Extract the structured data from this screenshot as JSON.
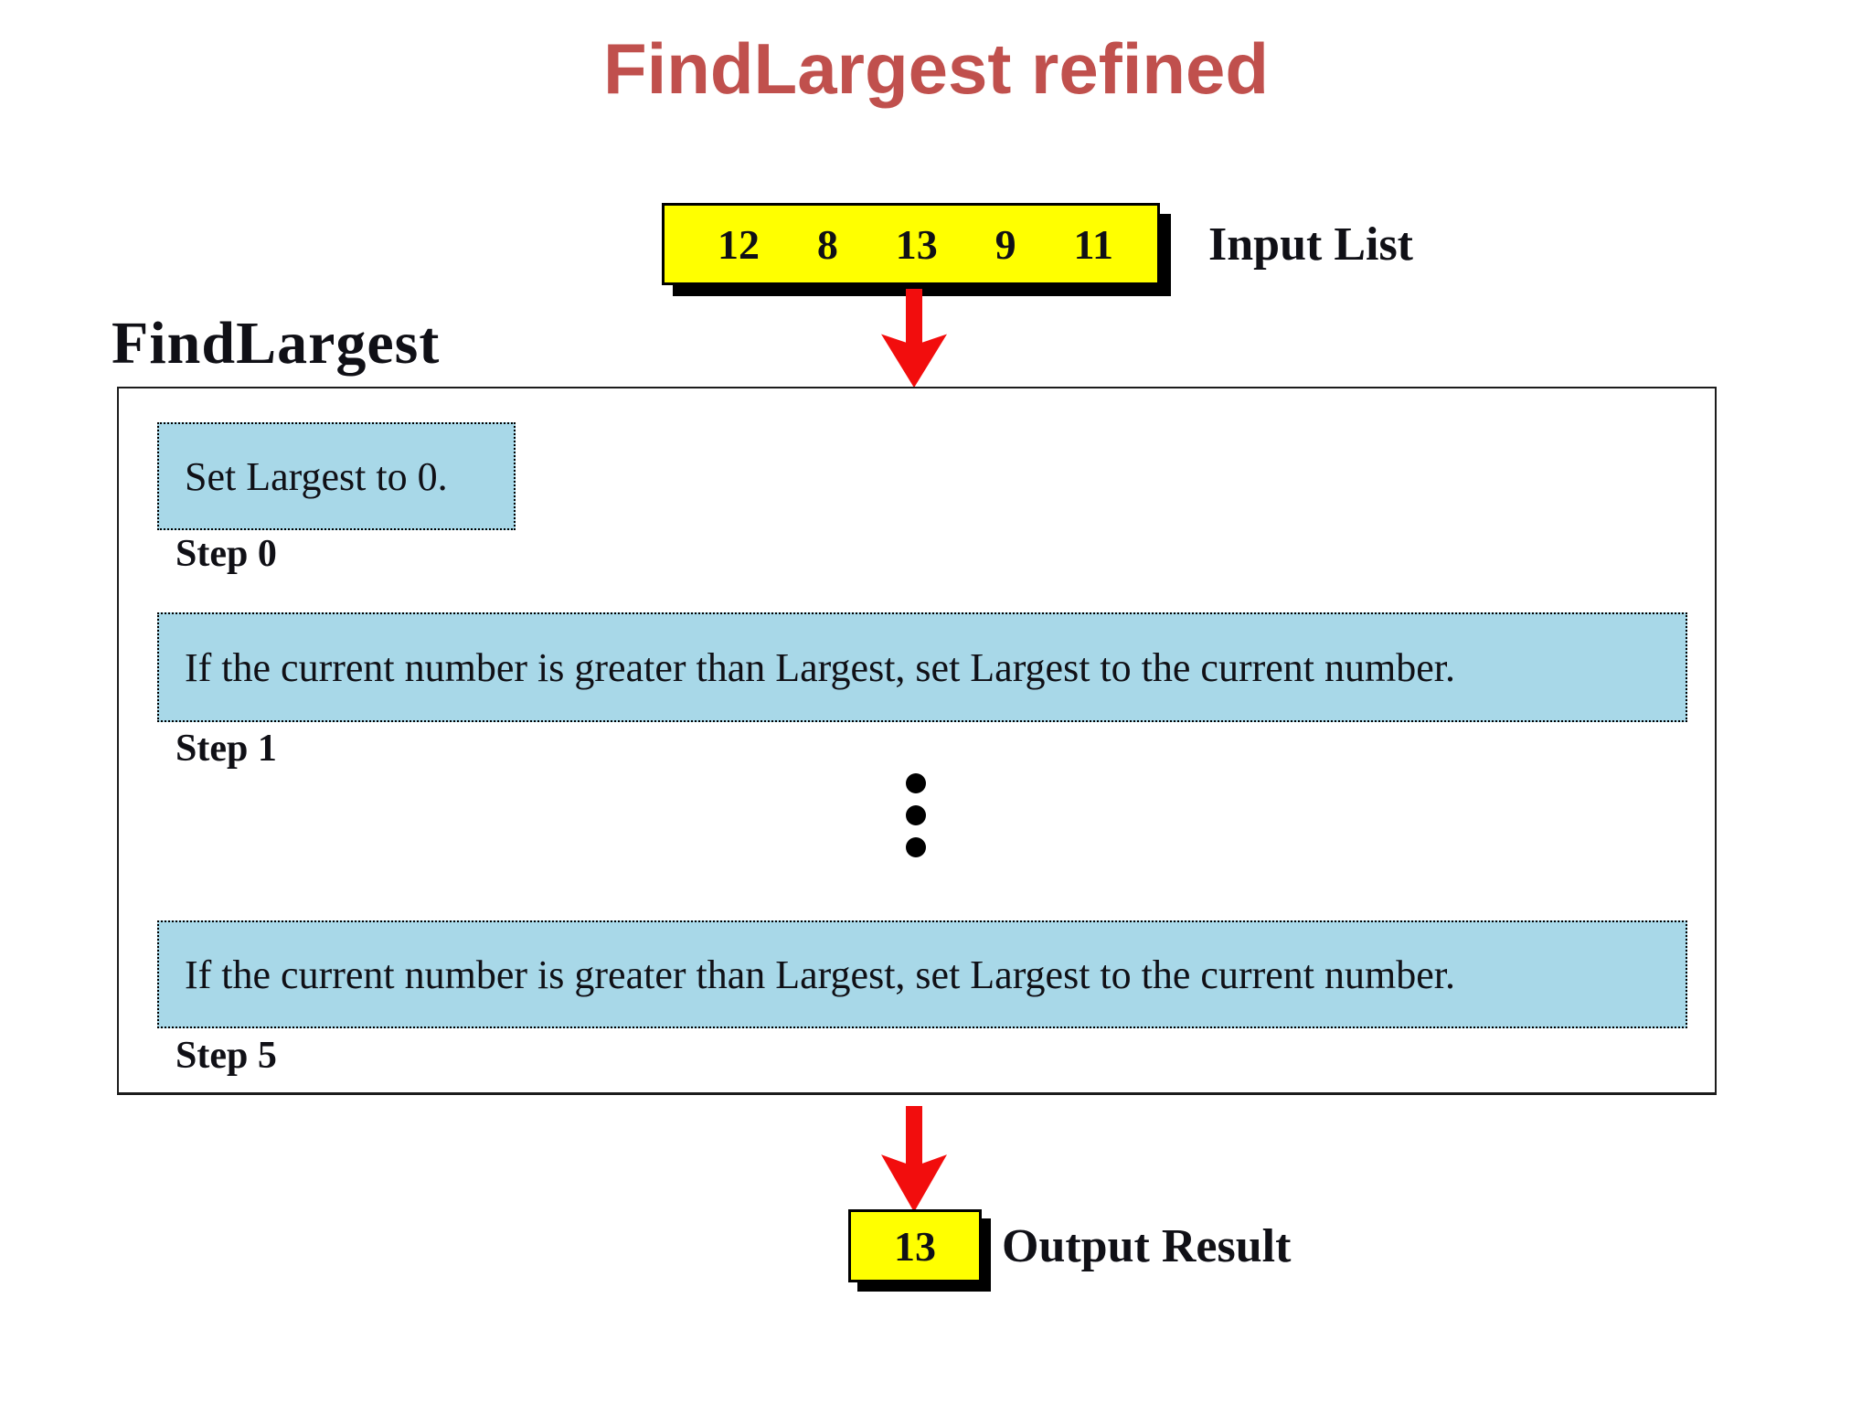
{
  "title": "FindLargest refined",
  "input": {
    "values": [
      "12",
      "8",
      "13",
      "9",
      "11"
    ],
    "label": "Input List"
  },
  "procedure": {
    "heading": "FindLargest",
    "steps": [
      {
        "text": "Set Largest to 0.",
        "label": "Step 0"
      },
      {
        "text": "If the current number is greater than Largest, set Largest to the current number.",
        "label": "Step 1"
      },
      {
        "text": "If the current number is greater than Largest, set Largest to the current number.",
        "label": "Step 5"
      }
    ],
    "ellipsis_dots": 3
  },
  "output": {
    "value": "13",
    "label": "Output Result"
  },
  "colors": {
    "title": "#C0504D",
    "box_yellow": "#FFFF00",
    "step_blue": "#A8D8E8",
    "arrow_red": "#F20D0D"
  }
}
